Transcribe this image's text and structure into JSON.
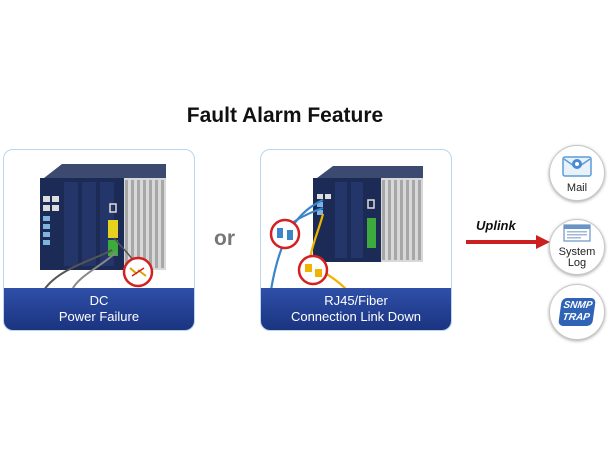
{
  "title": "Fault Alarm Feature",
  "panels": [
    {
      "line1": "DC",
      "line2": "Power Failure"
    },
    {
      "line1": "RJ45/Fiber",
      "line2": "Connection Link Down"
    }
  ],
  "separator": "or",
  "uplink": "Uplink",
  "notifications": {
    "mail": "Mail",
    "syslog_line1": "System",
    "syslog_line2": "Log",
    "snmp_line1": "SNMP",
    "snmp_line2": "TRAP"
  },
  "colors": {
    "panel_border": "#b9d6ee",
    "caption_bg": "#1f3a8a",
    "arrow": "#cc1f1f",
    "snmp_badge": "#2f63b5"
  },
  "icons": [
    "switch-device-icon",
    "mail-envelope-icon",
    "system-log-icon",
    "snmp-trap-icon",
    "uplink-arrow-icon"
  ]
}
